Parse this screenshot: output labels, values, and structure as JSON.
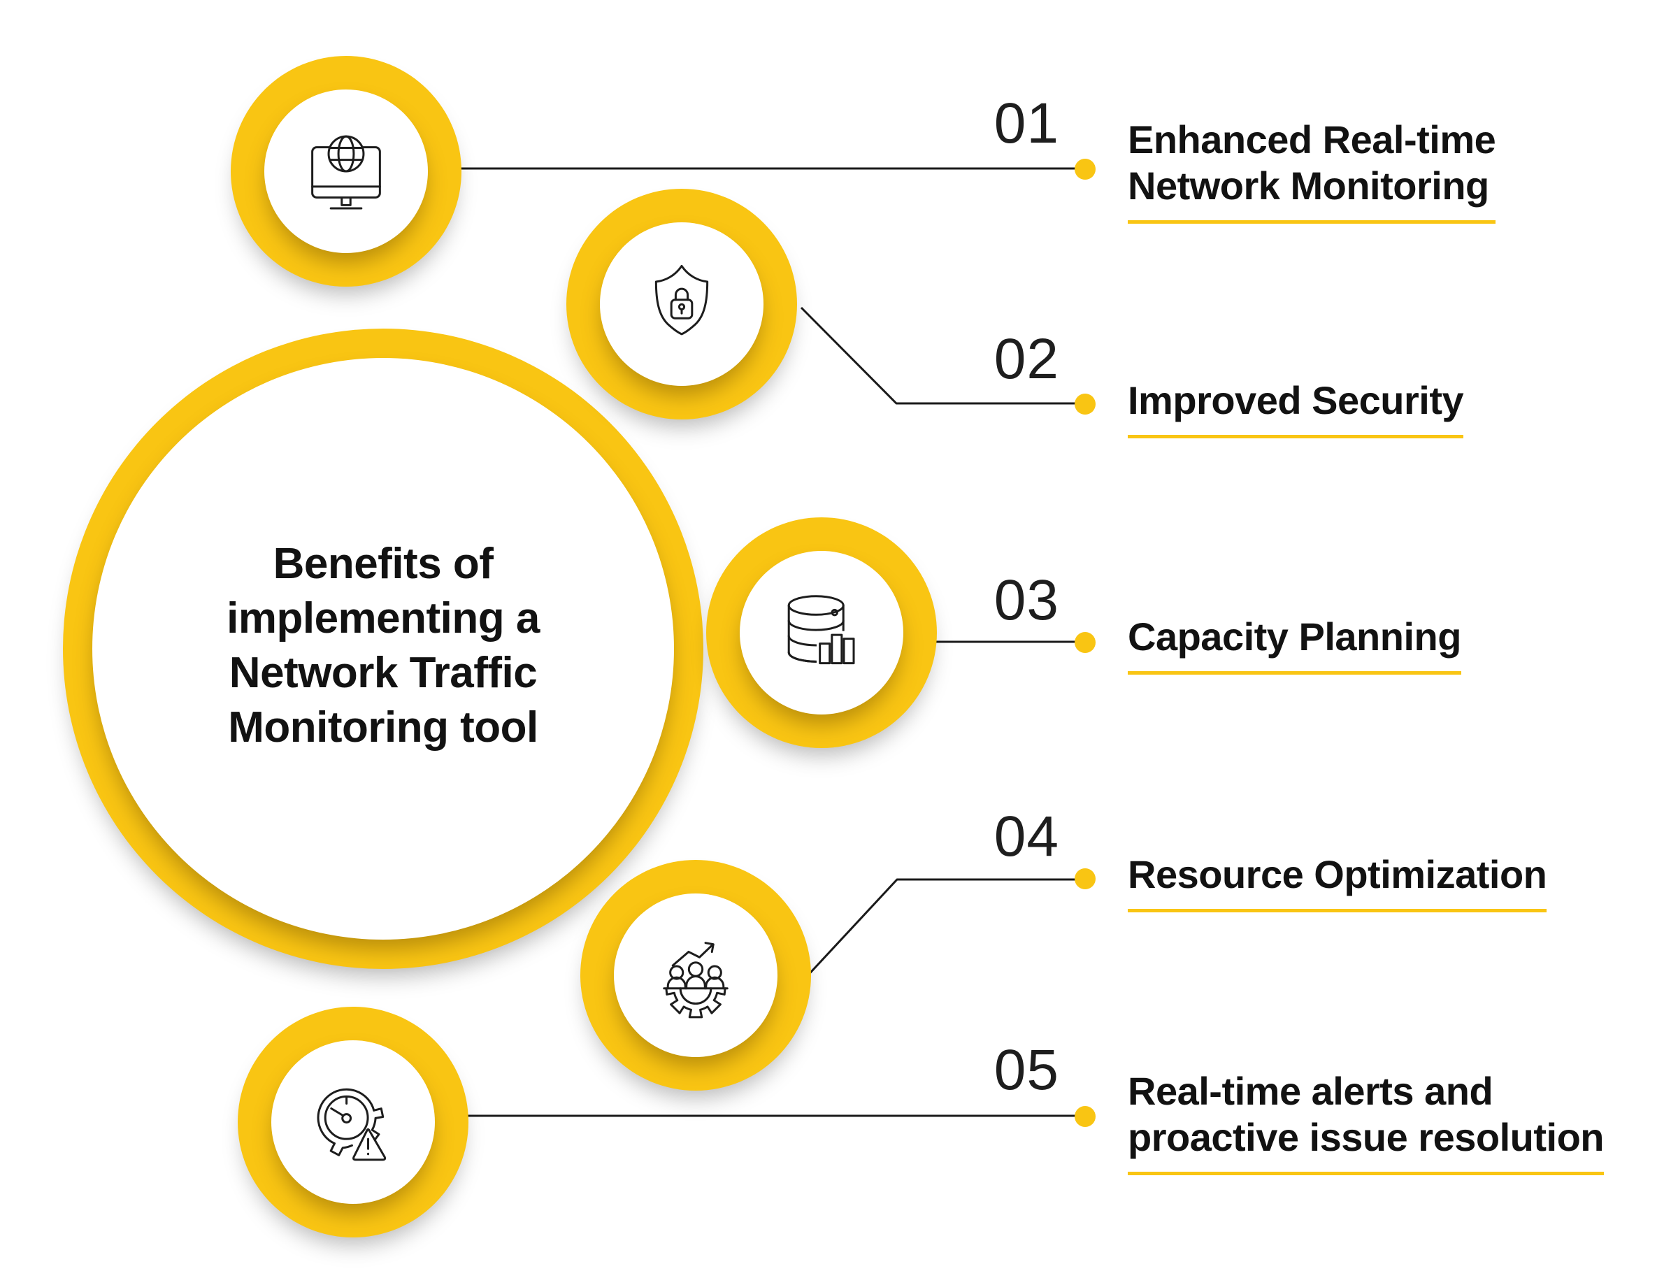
{
  "title": {
    "lines": [
      "Benefits of",
      "implementing a",
      "Network Traffic",
      "Monitoring tool"
    ]
  },
  "items": [
    {
      "number": "01",
      "label_lines": [
        "Enhanced Real-time",
        "Network Monitoring"
      ],
      "icon": "globe-monitor-icon"
    },
    {
      "number": "02",
      "label_lines": [
        "Improved Security",
        ""
      ],
      "icon": "shield-lock-icon"
    },
    {
      "number": "03",
      "label_lines": [
        "Capacity Planning",
        ""
      ],
      "icon": "database-analytics-icon"
    },
    {
      "number": "04",
      "label_lines": [
        "Resource Optimization",
        ""
      ],
      "icon": "team-gear-growth-icon"
    },
    {
      "number": "05",
      "label_lines": [
        "Real-time alerts and",
        "proactive issue resolution"
      ],
      "icon": "clock-alert-icon"
    }
  ],
  "colors": {
    "accent": "#F9C513",
    "line": "#1A1A1A",
    "number": "#1E1E1E",
    "text": "#121212",
    "background": "#FFFFFF"
  }
}
